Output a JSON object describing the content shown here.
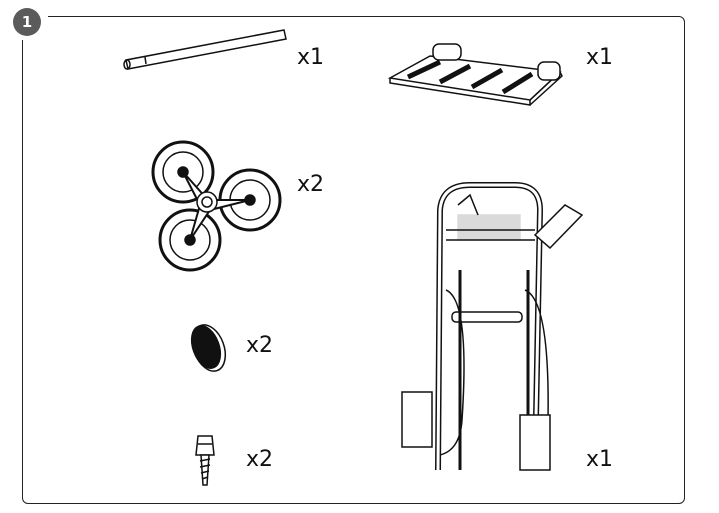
{
  "step": {
    "number": "1"
  },
  "parts": [
    {
      "name": "rod",
      "quantity": "x1"
    },
    {
      "name": "platform",
      "quantity": "x1"
    },
    {
      "name": "wheel-cluster",
      "quantity": "x2"
    },
    {
      "name": "frame",
      "quantity": "x1"
    },
    {
      "name": "cap",
      "quantity": "x2"
    },
    {
      "name": "screw",
      "quantity": "x2"
    }
  ]
}
